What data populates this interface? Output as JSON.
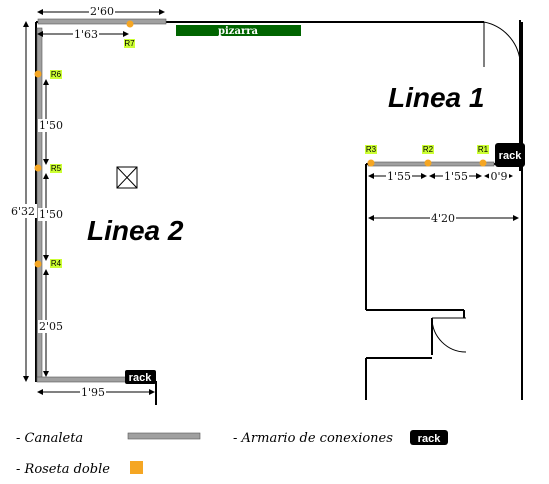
{
  "rooms": {
    "linea1": "Linea 1",
    "linea2": "Linea 2"
  },
  "whiteboard": "pizarra",
  "rack_label": "rack",
  "dimensions": {
    "top_total": "2'60",
    "top_r7": "1'63",
    "left_total": "6'32",
    "r6_r5": "1'50",
    "r5_r4": "1'50",
    "r4_bottom": "2'05",
    "bottom": "1'95",
    "r3_r2": "1'55",
    "r2_r1": "1'55",
    "r1_rack": "0'9",
    "linea1_width": "4'20"
  },
  "sockets": {
    "r1": "R1",
    "r2": "R2",
    "r3": "R3",
    "r4": "R4",
    "r5": "R5",
    "r6": "R6",
    "r7": "R7"
  },
  "legend": {
    "canaleta": "- Canaleta",
    "armario": "- Armario de conexiones",
    "roseta": "- Roseta doble"
  },
  "colors": {
    "duct": "#a0a0a0",
    "socket": "#f5a623",
    "socket_label_bg": "#ccff33",
    "board": "#006400",
    "rack": "#000000",
    "legend_socket": "#f5a623"
  }
}
